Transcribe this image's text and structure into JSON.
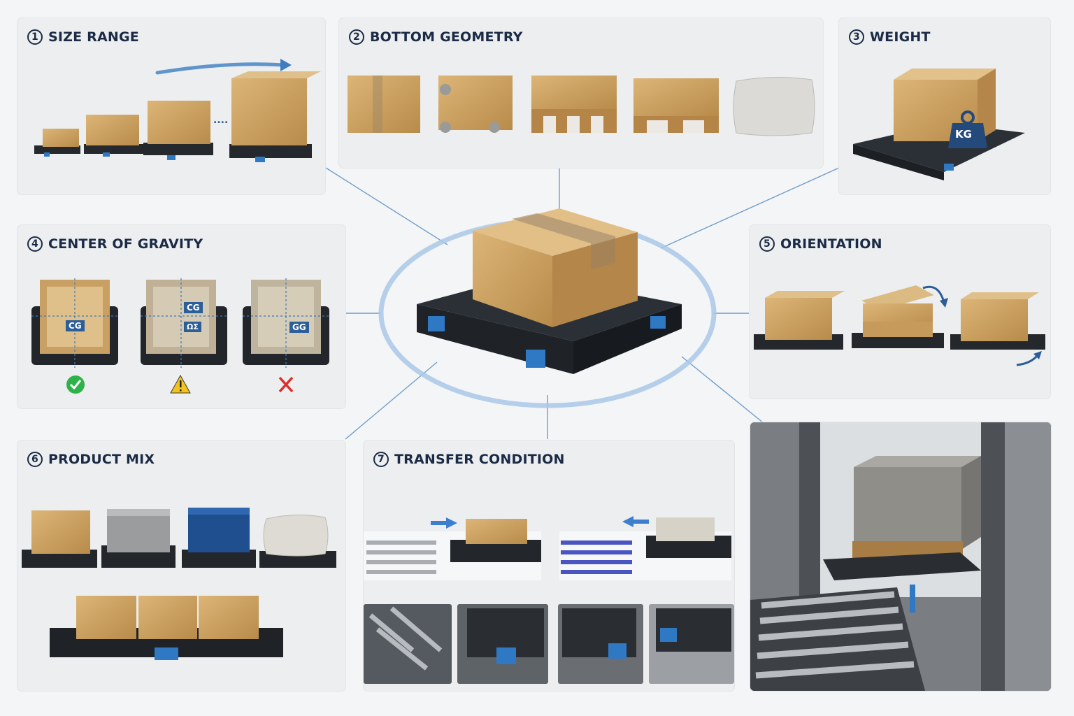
{
  "panels": {
    "size_range": {
      "number": "1",
      "title": "SIZE RANGE",
      "ellipsis": "...."
    },
    "bottom_geometry": {
      "number": "2",
      "title": "BOTTOM GEOMETRY"
    },
    "weight": {
      "number": "3",
      "title": "WEIGHT",
      "weight_label": "KG"
    },
    "center_of_gravity": {
      "number": "4",
      "title": "CENTER OF GRAVITY",
      "cg_labels": [
        "CG",
        "CG",
        "GG"
      ],
      "cg_sub_label": "ΩΣ",
      "status_icons": [
        "check-icon",
        "warning-icon",
        "cross-icon"
      ]
    },
    "orientation": {
      "number": "5",
      "title": "ORIENTATION"
    },
    "product_mix": {
      "number": "6",
      "title": "PRODUCT MIX"
    },
    "transfer_condition": {
      "number": "7",
      "title": "TRANSFER CONDITION"
    }
  },
  "colors": {
    "accent": "#2f78c4",
    "title": "#1b2b45",
    "cardboard": "#cfa565",
    "platform": "#262a2f",
    "ok": "#2fb24a",
    "warn": "#f2c318",
    "bad": "#d9302c"
  }
}
